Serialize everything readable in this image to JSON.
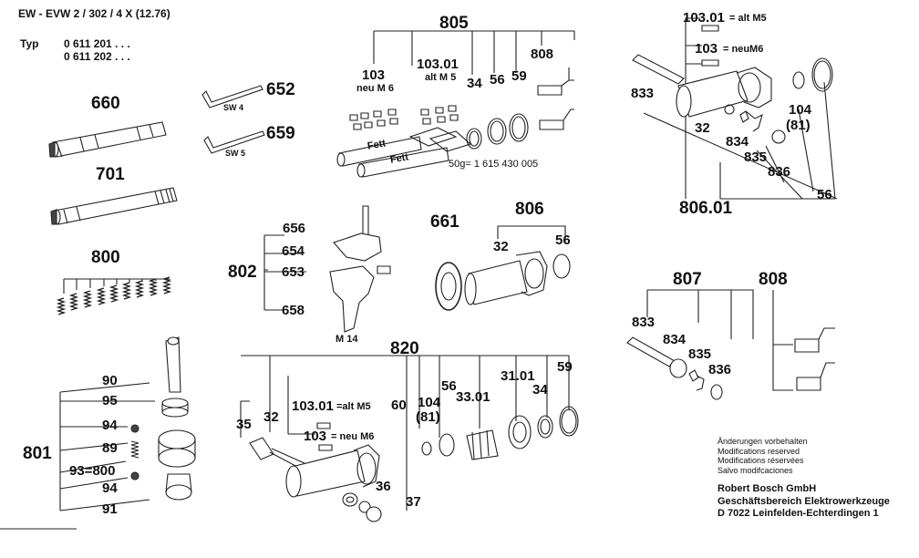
{
  "header": {
    "title": "EW - EVW 2 / 302 / 4 X (12.76)",
    "typ_label": "Typ",
    "types": [
      "0 611 201  . . .",
      "0 611 202  . . ."
    ]
  },
  "parts": {
    "p660": "660",
    "p701": "701",
    "p800": "800",
    "p652": "652",
    "sw4": "SW 4",
    "p659": "659",
    "sw5": "SW 5",
    "p805": "805",
    "p103a": "103",
    "neuM6a": "neu M 6",
    "p10301a": "103.01",
    "altM5a": "alt M 5",
    "p34a": "34",
    "p56a": "56",
    "p59a": "59",
    "p808a": "808",
    "fett1": "Fett",
    "fett2": "Fett",
    "grease": "50g= 1 615 430 005",
    "p10301b": "103.01",
    "altM5b": "= alt M5",
    "p103b": "103",
    "neuM6b": "= neuM6",
    "p833a": "833",
    "p32a": "32",
    "p834a": "834",
    "p835a": "835",
    "p836a": "836",
    "p104a": "104",
    "p81a": "(81)",
    "p56b": "56",
    "p80601": "806.01",
    "p656": "656",
    "p654": "654",
    "p802": "802",
    "p653": "653",
    "p658": "658",
    "m14": "M 14",
    "p661": "661",
    "p806": "806",
    "p32b": "32",
    "p56c": "56",
    "p807": "807",
    "p808b": "808",
    "p833b": "833",
    "p834b": "834",
    "p835b": "835",
    "p836b": "836",
    "p90": "90",
    "p95": "95",
    "p94a": "94",
    "p89": "89",
    "p801": "801",
    "p93": "93=800",
    "p94b": "94",
    "p91": "91",
    "p820": "820",
    "p35": "35",
    "p32c": "32",
    "p10301c": "103.01",
    "altM5c": "=alt M5",
    "p103c": "103",
    "neuM6c": "= neu M6",
    "p60": "60",
    "p104b": "104",
    "p81b": "(81)",
    "p56d": "56",
    "p3301": "33.01",
    "p3101": "31.01",
    "p34b": "34",
    "p59b": "59",
    "p36": "36",
    "p37": "37"
  },
  "notes": [
    "Änderungen vorbehalten",
    "Modifications reserved",
    "Modifications réservées",
    "Salvo modifcaciones"
  ],
  "company": [
    "Robert Bosch GmbH",
    "Geschäftsbereich Elektrowerkzeuge",
    "D 7022 Leinfelden-Echterdingen 1"
  ]
}
